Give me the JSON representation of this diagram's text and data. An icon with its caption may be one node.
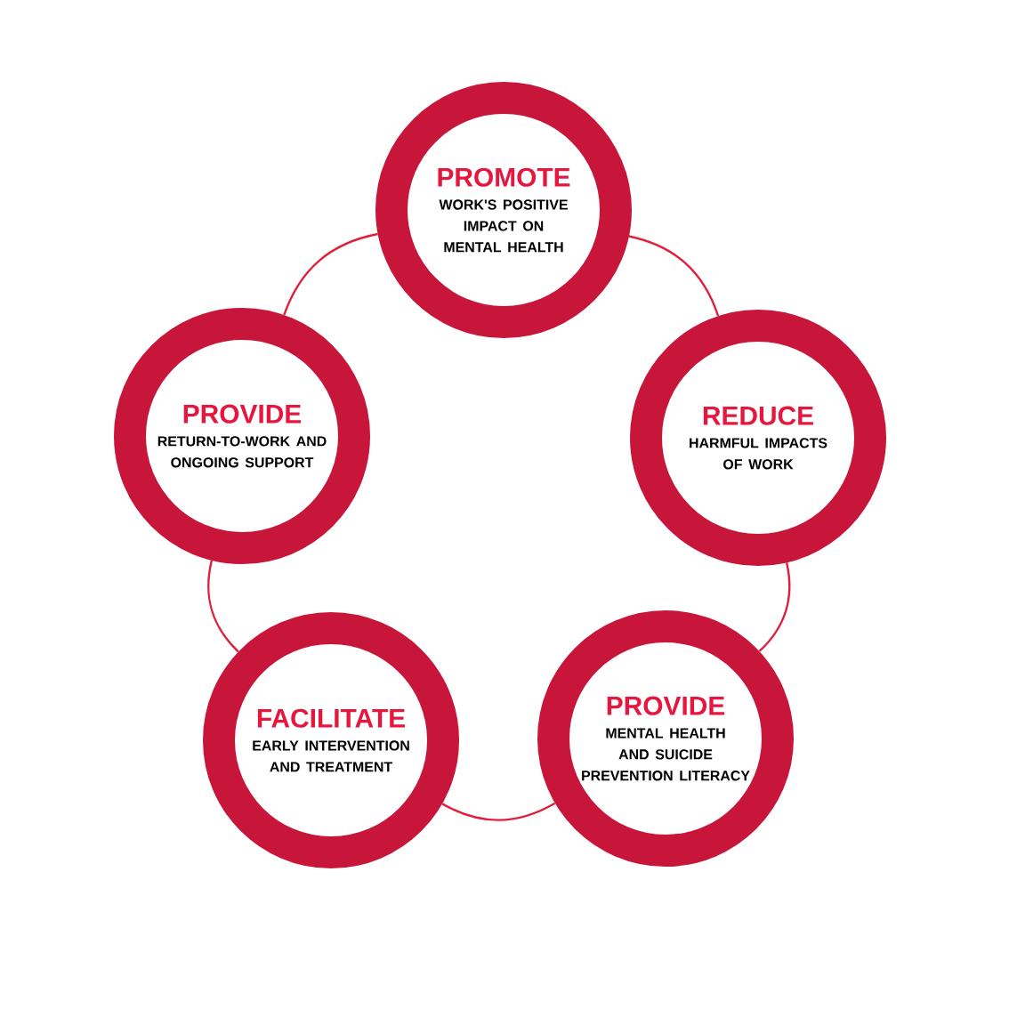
{
  "diagram": {
    "nodes": [
      {
        "text": [
          "PROMOTE",
          "WORK'S POSITIVE IMPACT ON MENTAL HEALTH"
        ]
      },
      {
        "text": [
          "REDUCE",
          "HARMFUL IMPACTS OF WORK"
        ]
      },
      {
        "text": [
          "PROVIDE",
          "MENTAL HEALTH AND SUICIDE PREVENTION LITERACY"
        ]
      },
      {
        "text": [
          "FACILITATE",
          "EARLY INTERVENTION AND TREATMENT"
        ]
      },
      {
        "text": [
          "PROVIDE",
          "RETURN-TO-WORK AND ONGOING SUPPORT"
        ]
      }
    ],
    "edges": [
      {
        "from": 0,
        "to": 1,
        "arrow": "none"
      },
      {
        "from": 1,
        "to": 2,
        "arrow": "none"
      },
      {
        "from": 2,
        "to": 3,
        "arrow": "none"
      },
      {
        "from": 3,
        "to": 4,
        "arrow": "none"
      },
      {
        "from": 4,
        "to": 0,
        "arrow": "none"
      }
    ]
  }
}
